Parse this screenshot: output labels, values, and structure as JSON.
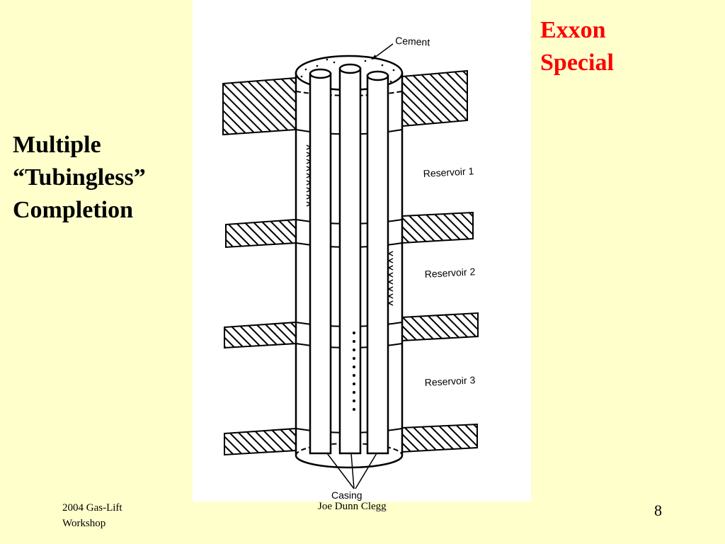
{
  "slide": {
    "title_lines": [
      "Multiple",
      "“Tubingless”",
      "Completion"
    ],
    "corner_note_lines": [
      "Exxon",
      "Special"
    ],
    "accent_color": "#ff0000",
    "background_color": "#ffffcc"
  },
  "diagram": {
    "labels": {
      "cement": "Cement",
      "reservoir_1": "Reservoir 1",
      "reservoir_2": "Reservoir 2",
      "reservoir_3": "Reservoir 3",
      "casing": "Casing"
    }
  },
  "footer": {
    "left_lines": [
      "2004 Gas-Lift",
      "Workshop"
    ],
    "center": "Joe Dunn Clegg",
    "page_number": "8"
  }
}
